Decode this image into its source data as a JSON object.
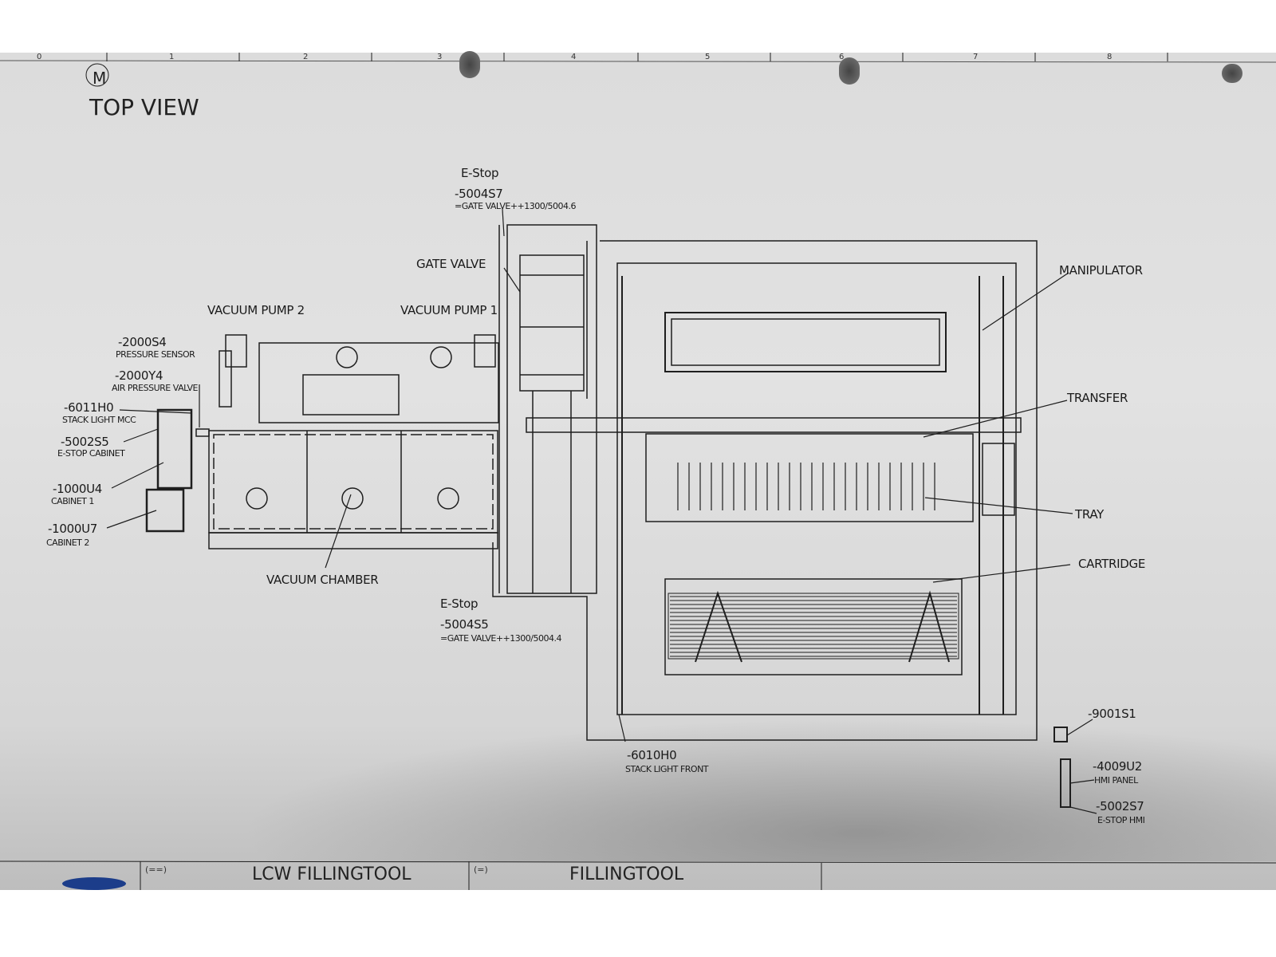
{
  "sheet": {
    "view_marker": "M",
    "title": "TOP VIEW",
    "ruler_numbers": [
      "0",
      "1",
      "2",
      "3",
      "4",
      "5",
      "6",
      "7",
      "8"
    ]
  },
  "labels": {
    "estop_top": {
      "title": "E-Stop",
      "id": "-5004S7",
      "ref": "=GATE VALVE++1300/5004.6"
    },
    "gate_valve": "GATE VALVE",
    "vacuum_pump_2": "VACUUM PUMP 2",
    "vacuum_pump_1": "VACUUM PUMP 1",
    "pressure_sensor": {
      "id": "-2000S4",
      "name": "PRESSURE SENSOR"
    },
    "air_pressure_valve": {
      "id": "-2000Y4",
      "name": "AIR PRESSURE VALVE"
    },
    "stack_light_mcc": {
      "id": "-6011H0",
      "name": "STACK LIGHT MCC"
    },
    "estop_cabinet": {
      "id": "-5002S5",
      "name": "E-STOP CABINET"
    },
    "cabinet_1": {
      "id": "-1000U4",
      "name": "CABINET 1"
    },
    "cabinet_2": {
      "id": "-1000U7",
      "name": "CABINET 2"
    },
    "vacuum_chamber": "VACUUM CHAMBER",
    "estop_bottom": {
      "title": "E-Stop",
      "id": "-5004S5",
      "ref": "=GATE VALVE++1300/5004.4"
    },
    "manipulator": "MANIPULATOR",
    "transfer": "TRANSFER",
    "tray": "TRAY",
    "cartridge": "CARTRIDGE",
    "estop_9001": "-9001S1",
    "stack_light_front": {
      "id": "-6010H0",
      "name": "STACK LIGHT FRONT"
    },
    "hmi_panel": {
      "id": "-4009U2",
      "name": "HMI PANEL"
    },
    "estop_hmi": {
      "id": "-5002S7",
      "name": "E-STOP HMI"
    }
  },
  "title_block": {
    "code_1": "(==)",
    "project": "LCW FILLINGTOOL",
    "code_2": "(=)",
    "name": "FILLINGTOOL"
  }
}
